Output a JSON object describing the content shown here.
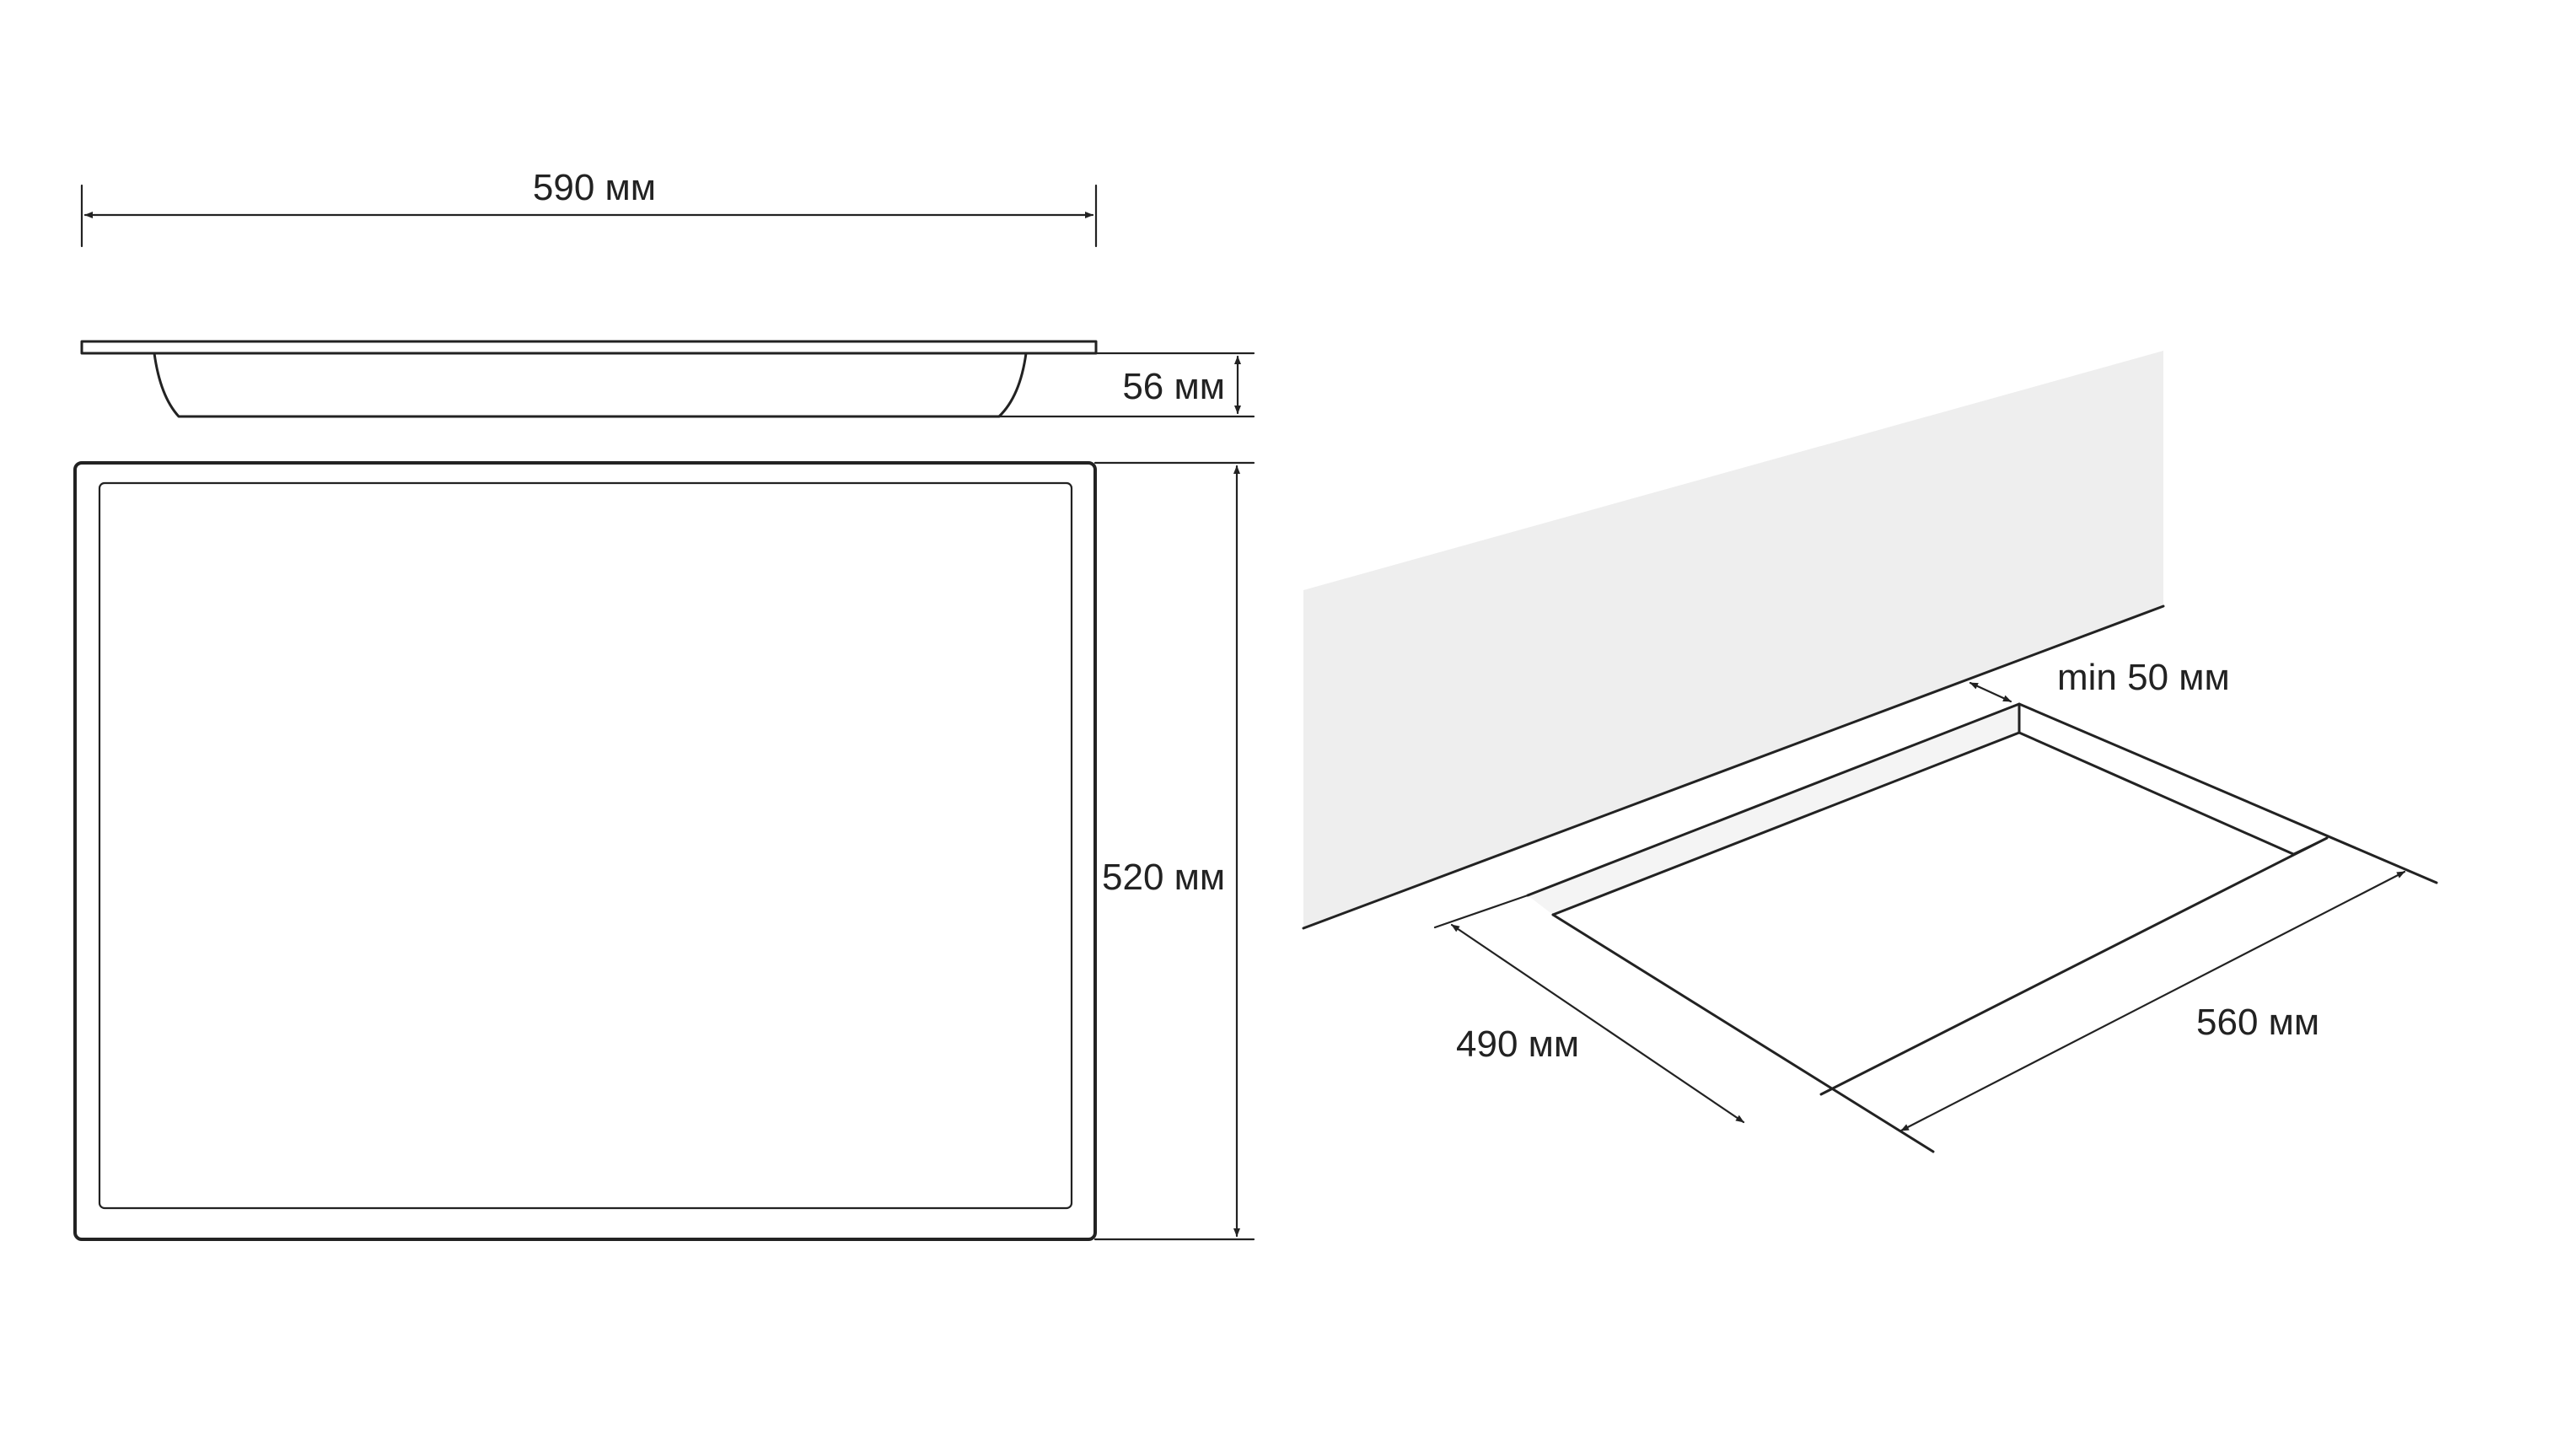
{
  "colors": {
    "background": "#ffffff",
    "wall": "#eeeeee",
    "line": "#222222",
    "cutout_edge": "#f4f4f4"
  },
  "side_view": {
    "width_label": "590 мм",
    "height_label": "56 мм"
  },
  "top_view": {
    "depth_label": "520 мм"
  },
  "installation": {
    "min_gap_label": "min 50 мм",
    "cutout_depth_label": "490 мм",
    "cutout_width_label": "560 мм"
  }
}
